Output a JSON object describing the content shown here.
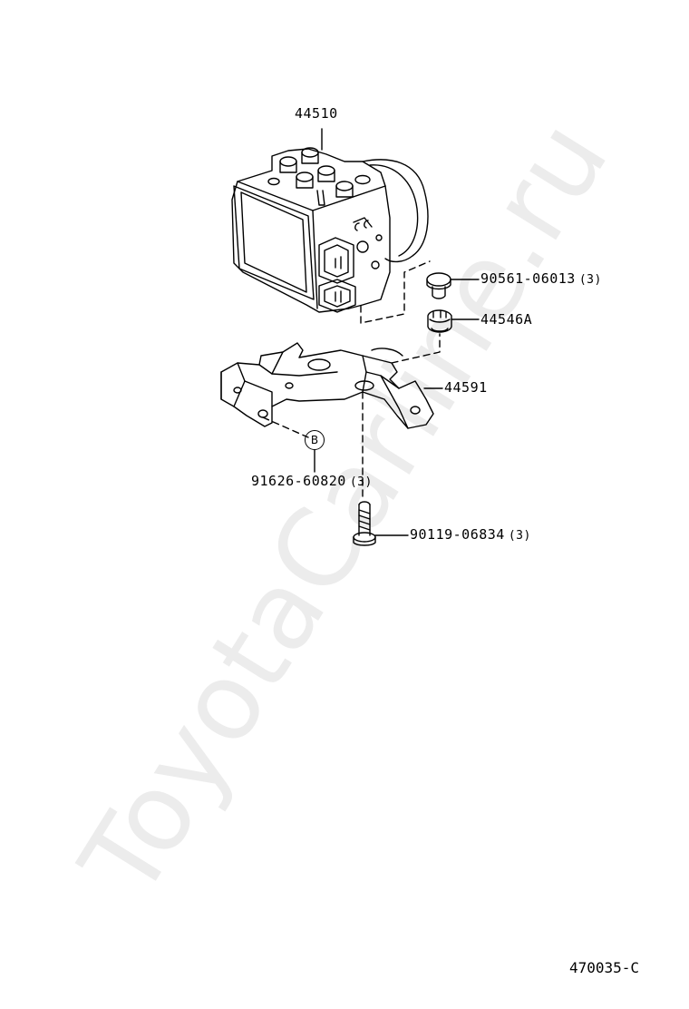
{
  "watermark": "ToyotaCarline.ru",
  "reference_code": "470035-C",
  "callout_b": "B",
  "parts": [
    {
      "number": "44510",
      "qty": ""
    },
    {
      "number": "90561-06013",
      "qty": "(3)"
    },
    {
      "number": "44546A",
      "qty": ""
    },
    {
      "number": "44591",
      "qty": ""
    },
    {
      "number": "91626-60820",
      "qty": "(3)"
    },
    {
      "number": "90119-06834",
      "qty": "(3)"
    }
  ]
}
